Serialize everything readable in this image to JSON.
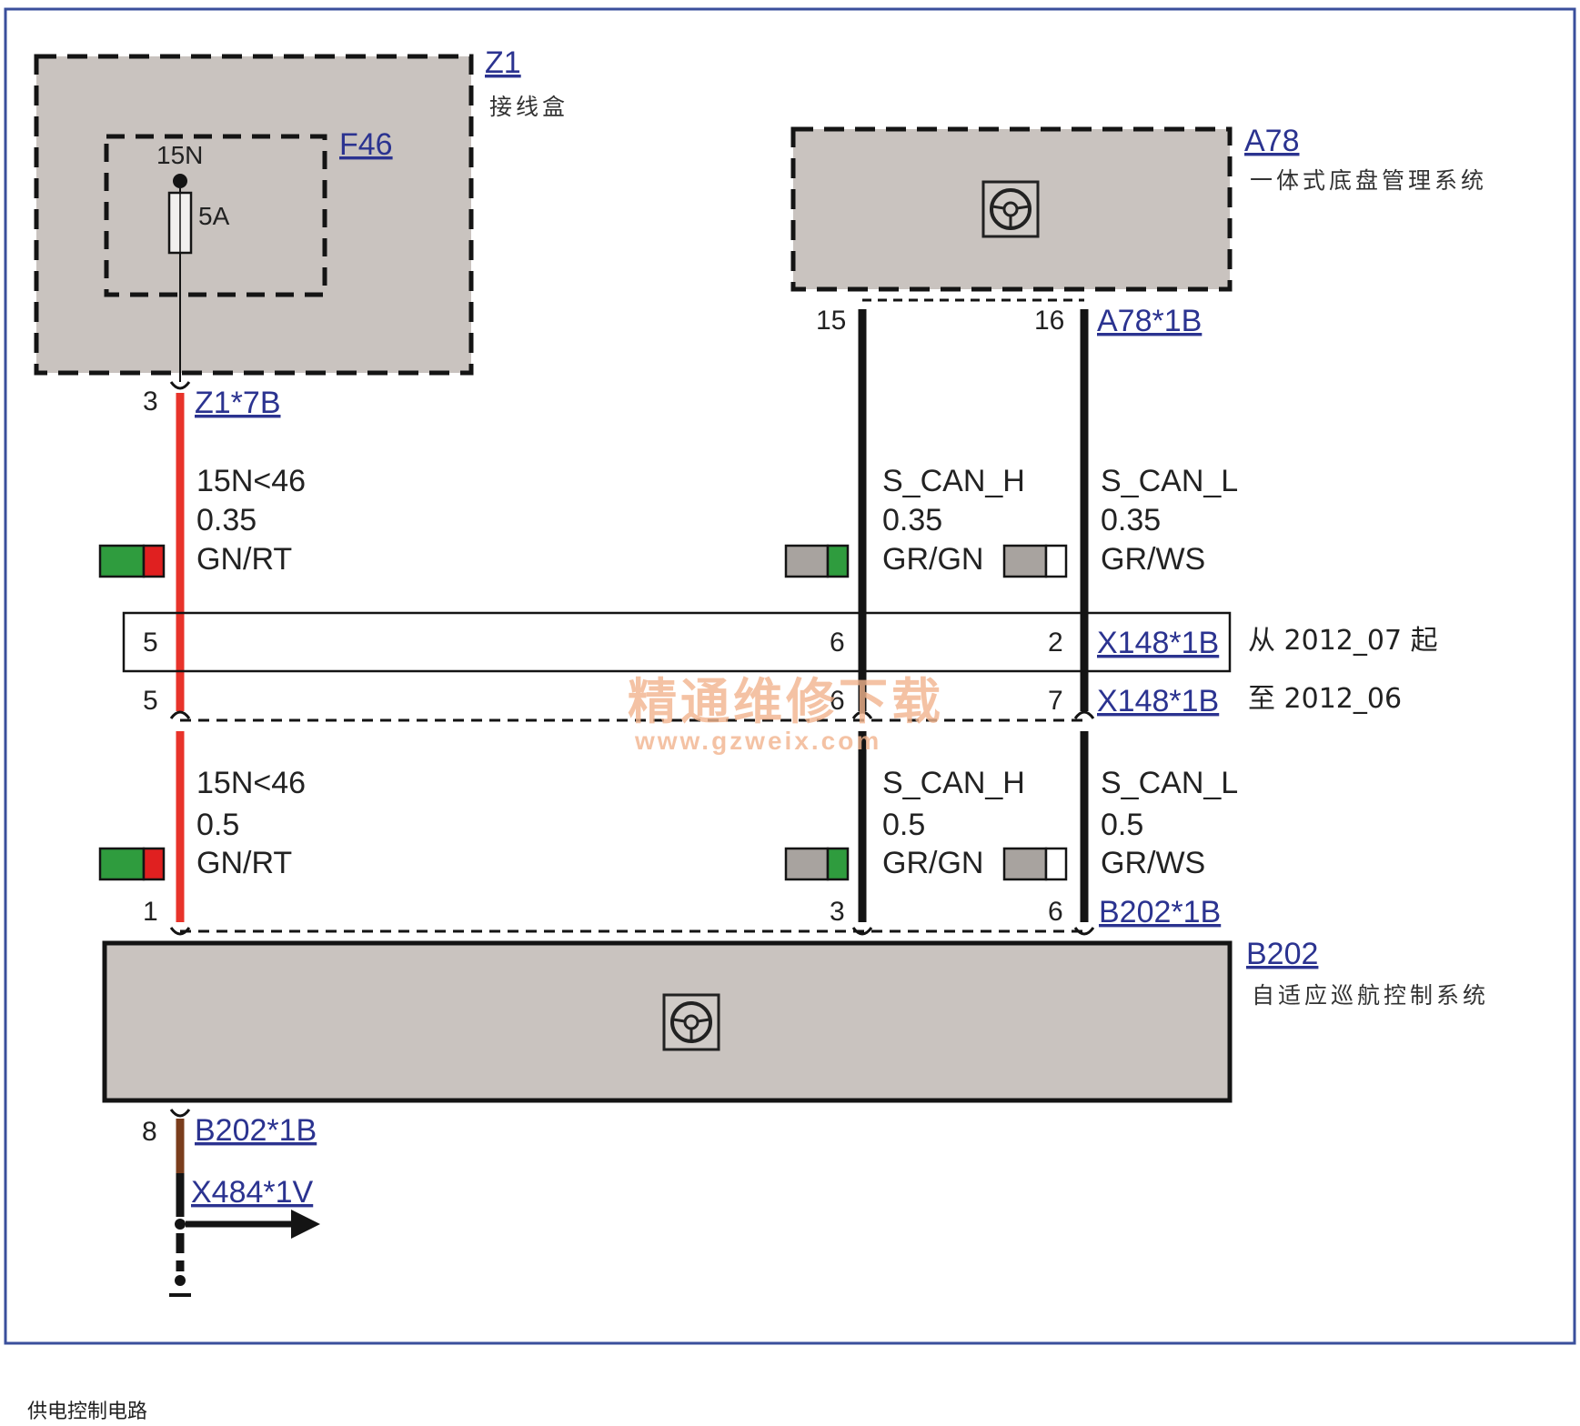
{
  "caption": "供电控制电路",
  "colors": {
    "frame": "#3a4f9c",
    "box_fill": "#c9c3bf",
    "red_wire": "#e8332a",
    "black_wire": "#141414",
    "brown_wire": "#7a3d1c",
    "link": "#2b3390",
    "green": "#2f9c3e",
    "red": "#e02020",
    "gray": "#a8a39f",
    "white": "#ffffff"
  },
  "components": {
    "z1": {
      "id": "Z1",
      "name": "接线盒"
    },
    "f46": {
      "id": "F46",
      "terminal": "15N",
      "rating": "5A"
    },
    "a78": {
      "id": "A78",
      "name": "一体式底盘管理系统",
      "icon": "steering-wheel-icon"
    },
    "b202": {
      "id": "B202",
      "name": "自适应巡航控制系统",
      "icon": "steering-wheel-icon"
    }
  },
  "connectors": {
    "z1_7b": {
      "id": "Z1*7B",
      "pin": "3"
    },
    "a78_1b": {
      "id": "A78*1B",
      "pin_h": "15",
      "pin_l": "16"
    },
    "x148_new": {
      "id": "X148*1B",
      "note": "从 2012_07 起",
      "pin_pwr": "5",
      "pin_h": "6",
      "pin_l": "2"
    },
    "x148_old": {
      "id": "X148*1B",
      "note": "至 2012_06",
      "pin_pwr": "5",
      "pin_h": "6",
      "pin_l": "7"
    },
    "b202_1b": {
      "id": "B202*1B",
      "pin_pwr": "1",
      "pin_h": "3",
      "pin_l": "6"
    },
    "b202_1b_gnd": {
      "id": "B202*1B",
      "pin": "8"
    },
    "x484": {
      "id": "X484*1V"
    }
  },
  "wires_upper": {
    "power": {
      "signal": "15N<46",
      "size": "0.35",
      "color": "GN/RT",
      "swatch": [
        "green",
        "red"
      ]
    },
    "can_h": {
      "signal": "S_CAN_H",
      "size": "0.35",
      "color": "GR/GN",
      "swatch": [
        "gray",
        "green"
      ]
    },
    "can_l": {
      "signal": "S_CAN_L",
      "size": "0.35",
      "color": "GR/WS",
      "swatch": [
        "gray",
        "white"
      ]
    }
  },
  "wires_lower": {
    "power": {
      "signal": "15N<46",
      "size": "0.5",
      "color": "GN/RT",
      "swatch": [
        "green",
        "red"
      ]
    },
    "can_h": {
      "signal": "S_CAN_H",
      "size": "0.5",
      "color": "GR/GN",
      "swatch": [
        "gray",
        "green"
      ]
    },
    "can_l": {
      "signal": "S_CAN_L",
      "size": "0.5",
      "color": "GR/WS",
      "swatch": [
        "gray",
        "white"
      ]
    }
  },
  "watermark": {
    "line1": "精通维修下载",
    "line2": "www.gzweix.com"
  }
}
